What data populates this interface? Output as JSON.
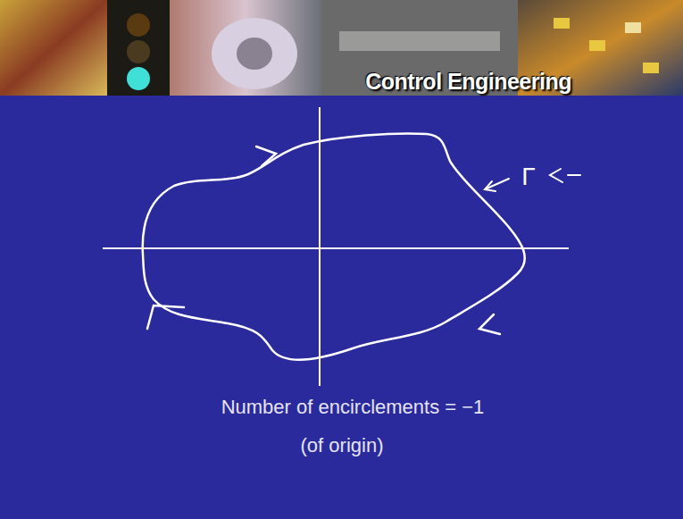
{
  "diagram": {
    "title": "Control Engineering",
    "labels": [
      "Γ",
      "Number of encirclements = −1",
      "(of origin)"
    ]
  }
}
